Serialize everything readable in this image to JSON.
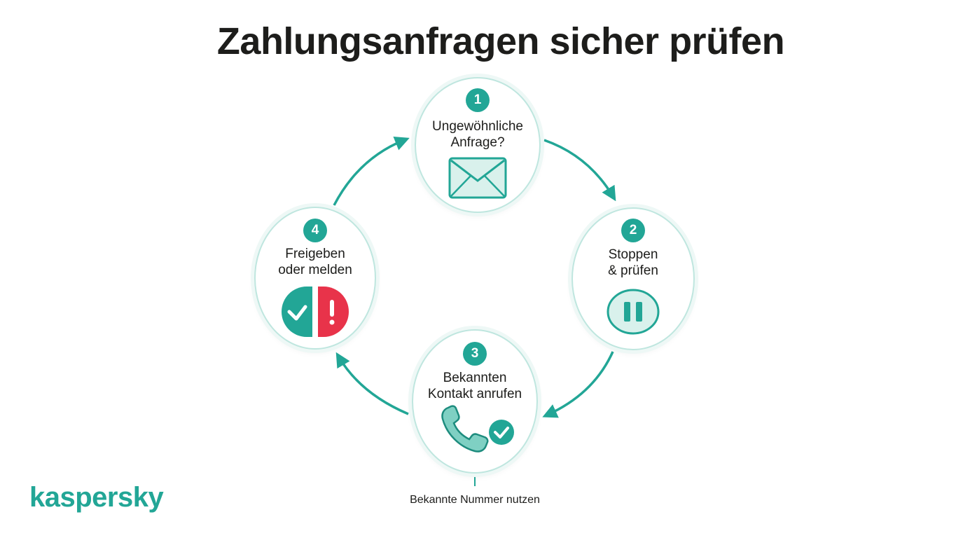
{
  "title": "Zahlungsanfragen sicher prüfen",
  "steps": [
    {
      "number": "1",
      "line1": "Ungewöhnliche",
      "line2": "Anfrage?",
      "icon": "envelope-icon"
    },
    {
      "number": "2",
      "line1": "Stoppen",
      "line2": "& prüfen",
      "icon": "pause-icon"
    },
    {
      "number": "3",
      "line1": "Bekannten",
      "line2": "Kontakt anrufen",
      "icon": "phone-check-icon"
    },
    {
      "number": "4",
      "line1": "Freigeben",
      "line2": "oder melden",
      "icon": "approve-report-icon"
    }
  ],
  "caption": "Bekannte Nummer nutzen",
  "brand": "kaspersky",
  "colors": {
    "accent": "#22a696",
    "alert": "#e8334a",
    "text": "#1d1d1b",
    "ring": "#bfe6df"
  }
}
